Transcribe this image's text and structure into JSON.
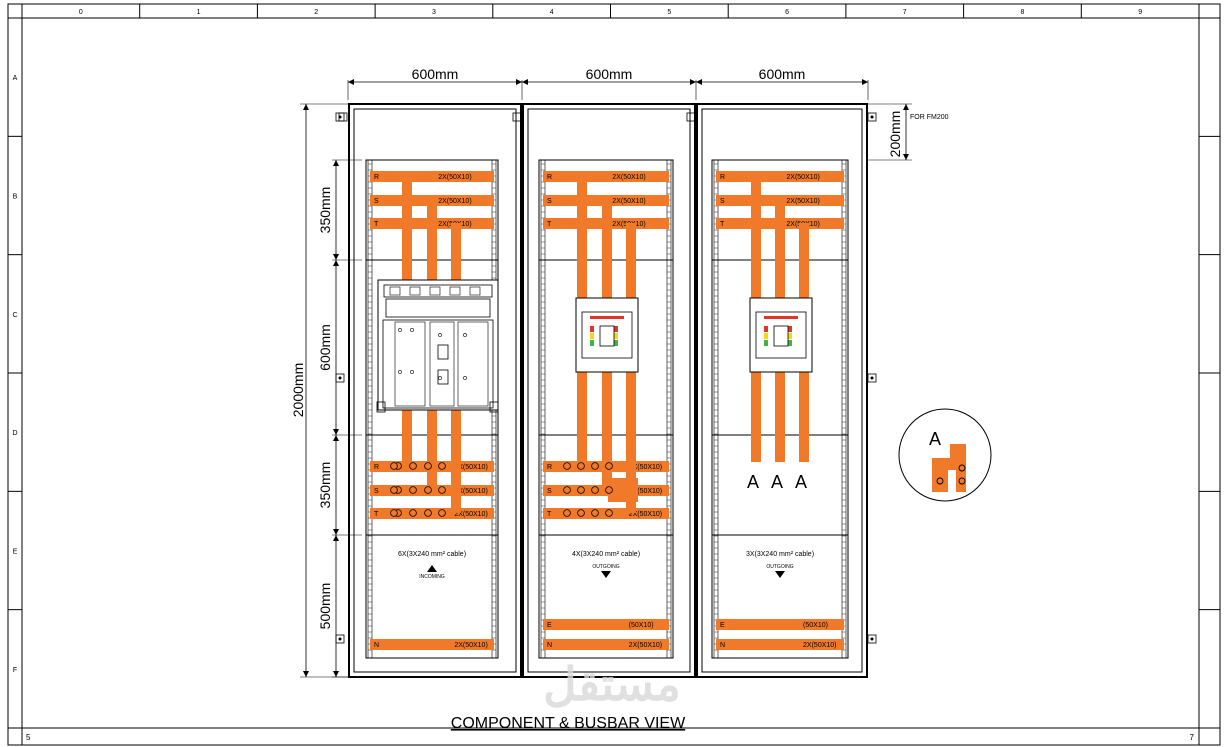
{
  "frame": {
    "columns": [
      "0",
      "1",
      "2",
      "3",
      "4",
      "5",
      "6",
      "7",
      "8",
      "9"
    ],
    "rows": [
      "A",
      "B",
      "C",
      "D",
      "E",
      "F"
    ],
    "corner_left": "5",
    "corner_right": "7"
  },
  "title": "COMPONENT & BUSBAR VIEW",
  "watermark": "مستقل",
  "colors": {
    "busbar": "#f07a2a",
    "line": "#000000",
    "breaker_red": "#e5332a",
    "breaker_yellow": "#f5d90a",
    "breaker_green": "#3db54a"
  },
  "dimensions": {
    "panel_widths": [
      "600mm",
      "600mm",
      "600mm"
    ],
    "total_height": "2000mm",
    "sections": [
      "350mm",
      "600mm",
      "350mm",
      "500mm"
    ],
    "plinth": "200mm",
    "plinth_note": "FOR FM200"
  },
  "panels": [
    {
      "top_bars": [
        {
          "phase": "R",
          "spec": "2X(50X10)"
        },
        {
          "phase": "S",
          "spec": "2X(50X10)"
        },
        {
          "phase": "T",
          "spec": "2X(50X10)"
        }
      ],
      "bottom_bars": [
        {
          "phase": "R",
          "spec": "2X(50X10)"
        },
        {
          "phase": "S",
          "spec": "2X(50X10)"
        },
        {
          "phase": "T",
          "spec": "2X(50X10)"
        }
      ],
      "cable": "6X(3X240 mm² cable)",
      "direction_label": "INCOMING",
      "base_bars": [
        {
          "phase": "N",
          "spec": "2X(50X10)"
        }
      ]
    },
    {
      "top_bars": [
        {
          "phase": "R",
          "spec": "2X(50X10)"
        },
        {
          "phase": "S",
          "spec": "2X(50X10)"
        },
        {
          "phase": "T",
          "spec": "2X(50X10)"
        }
      ],
      "bottom_bars": [
        {
          "phase": "R",
          "spec": "2X(50X10)"
        },
        {
          "phase": "S",
          "spec": "2X(50X10)"
        },
        {
          "phase": "T",
          "spec": "2X(50X10)"
        }
      ],
      "cable": "4X(3X240 mm² cable)",
      "direction_label": "OUTGOING",
      "base_bars": [
        {
          "phase": "E",
          "spec": "(50X10)"
        },
        {
          "phase": "N",
          "spec": "2X(50X10)"
        }
      ]
    },
    {
      "top_bars": [
        {
          "phase": "R",
          "spec": "2X(50X10)"
        },
        {
          "phase": "S",
          "spec": "2X(50X10)"
        },
        {
          "phase": "T",
          "spec": "2X(50X10)"
        }
      ],
      "cable": "3X(3X240 mm² cable)",
      "direction_label": "OUTGOING",
      "detail_labels": [
        "A",
        "A",
        "A"
      ],
      "base_bars": [
        {
          "phase": "E",
          "spec": "(50X10)"
        },
        {
          "phase": "N",
          "spec": "2X(50X10)"
        }
      ]
    }
  ],
  "detail": {
    "label": "A"
  }
}
